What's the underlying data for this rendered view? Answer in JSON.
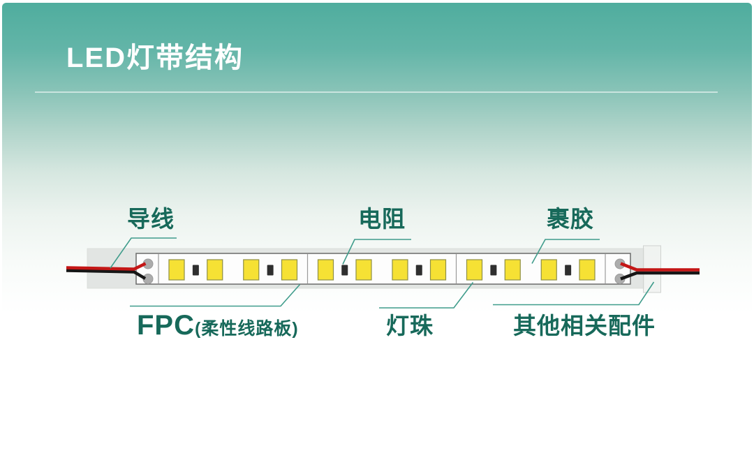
{
  "page": {
    "title": "LED灯带结构"
  },
  "labels": {
    "wire": "导线",
    "resistor": "电阻",
    "glue": "裹胶",
    "fpc_main": "FPC",
    "fpc_sub": "(柔性线路板)",
    "led_bead": "灯珠",
    "accessories": "其他相关配件"
  },
  "strip": {
    "segments": 3,
    "groups_per_segment": 2,
    "group_pattern": [
      "led",
      "resistor",
      "led"
    ],
    "led_total": 12,
    "resistor_total": 6
  },
  "colors": {
    "header_gradient_top": "#4FAD9E",
    "title_text": "#FFFFFF",
    "label_text": "#17695A",
    "leader_line": "#3F9C8B",
    "led_fill": "#F6E134",
    "led_border": "#8F8F45",
    "resistor_fill": "#2E2E2E",
    "wire_red": "#C41616",
    "wire_black": "#161616",
    "strip_fill": "#FDFDFD",
    "strip_border": "#6B6B6B",
    "sleeve_fill": "#E2E5E3",
    "end_cap_fill": "#EFF1EF",
    "pad_fill": "#ACACAC"
  }
}
